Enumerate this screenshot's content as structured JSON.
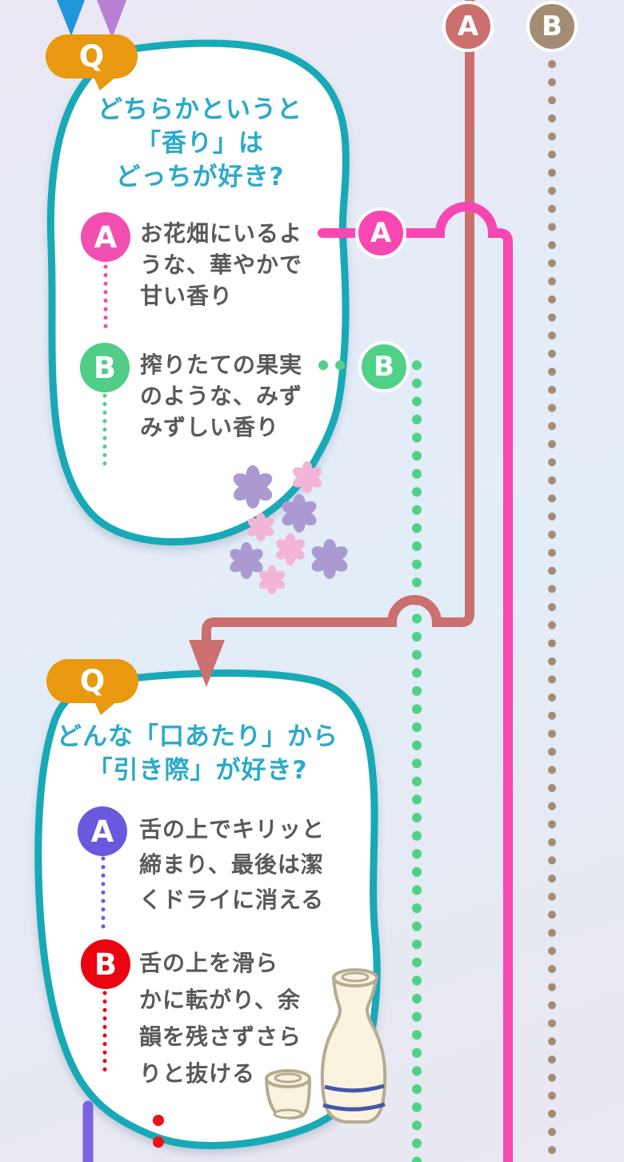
{
  "palette": {
    "bubble_border_teal": "#18a9b6",
    "question_text_teal": "#2ba9c9",
    "option_text_gray": "#5a5858",
    "badge_orange": "#e8990f",
    "pink_route": "#f847b2",
    "green_route": "#4fd188",
    "rose_route": "#cb6f6f",
    "brown_route": "#a48c74",
    "purple_option": "#6a59dd",
    "red_option": "#e9040f",
    "violet_line": "#7b63e0",
    "red_dots": "#ef1111",
    "flower_purple": "#ab9ad2",
    "flower_pink": "#f3b5d6",
    "arrow_blue": "#2096dd",
    "arrow_purple": "#b87fd2",
    "sake_cream": "#f9f3df",
    "sake_outline": "#b5ab91",
    "sake_stripe": "#4356a8"
  },
  "top_routes": {
    "a": "A",
    "b": "B"
  },
  "q1": {
    "badge": "Q",
    "question": "どちらかというと\n「香り」は\nどっちが好き?",
    "option_a": {
      "label": "A",
      "text": "お花畑にいるよ\nうな、華やかで\n甘い香り"
    },
    "option_b": {
      "label": "B",
      "text": "搾りたての果実\nのような、みず\nみずしい香り"
    },
    "branch_a": "A",
    "branch_b": "B"
  },
  "q2": {
    "badge": "Q",
    "question": "どんな「口あたり」から\n「引き際」が好き?",
    "option_a": {
      "label": "A",
      "text": "舌の上でキリッと\n締まり、最後は潔\nくドライに消える"
    },
    "option_b": {
      "label": "B",
      "text": "舌の上を滑ら\nかに転がり、余\n韻を残さずさら\nりと抜ける"
    }
  }
}
